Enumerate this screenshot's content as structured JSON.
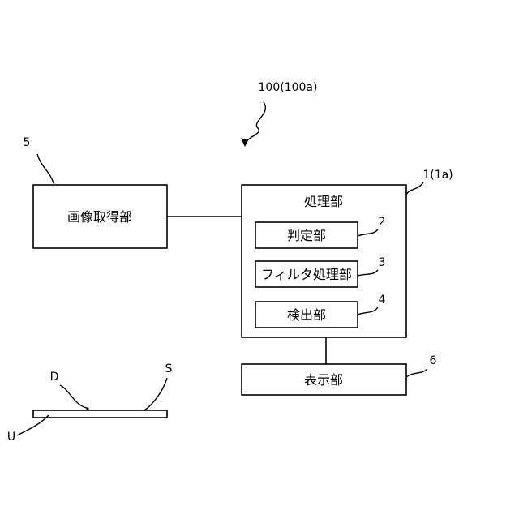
{
  "system": {
    "ref": "100(100a)"
  },
  "image_acquisition": {
    "label": "画像取得部",
    "ref": "5"
  },
  "processing_unit": {
    "label": "処理部",
    "ref": "1(1a)",
    "subunits": [
      {
        "label": "判定部",
        "ref": "2"
      },
      {
        "label": "フィルタ処理部",
        "ref": "3"
      },
      {
        "label": "検出部",
        "ref": "4"
      }
    ]
  },
  "display_unit": {
    "label": "表示部",
    "ref": "6"
  },
  "specimen": {
    "defect_label": "D",
    "surface_label": "S",
    "underside_label": "U"
  }
}
